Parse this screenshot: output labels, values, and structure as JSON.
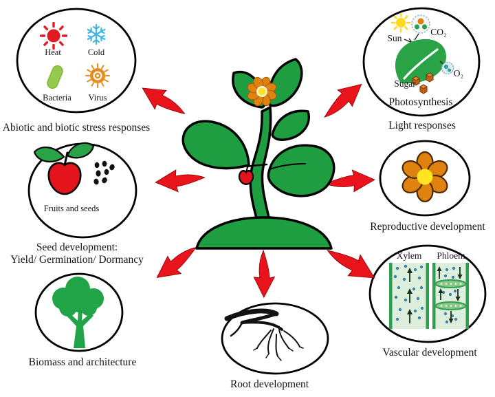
{
  "figure": {
    "type": "plant-biology-overview-diagram",
    "center_subject": "flowering plant"
  },
  "colors": {
    "arrow_red": "#e8131b",
    "plant_green": "#1f9e41",
    "leaf_green": "#2aa347",
    "flower_orange": "#e0820f",
    "flower_center_yellow": "#ffe224",
    "apple_red": "#e3141c",
    "heat_red": "#e11b22",
    "cold_blue": "#3db5e6",
    "bacteria_green": "#96ca4f",
    "virus_orange": "#e8891b",
    "sun_yellow": "#ffd91f",
    "sugar_brown": "#c2601a",
    "vascular_wall_green": "#2e9e4f",
    "vascular_fill_green": "#ddeedd",
    "molecule_dot_blue": "#3a84aa",
    "outline": "#000000",
    "background": "#ffffff"
  },
  "nodes": {
    "stress": {
      "label": "Abiotic and biotic stress responses",
      "items": {
        "heat": "Heat",
        "cold": "Cold",
        "bacteria": "Bacteria",
        "virus": "Virus"
      },
      "icons": [
        "heat-sun-icon",
        "snowflake-icon",
        "bacterium-icon",
        "virus-icon"
      ]
    },
    "light": {
      "label": "Light responses",
      "process": "Photosynthesis",
      "annotations": {
        "sun": "Sun",
        "co2": "CO₂",
        "o2": "O₂",
        "sugar": "Sugar"
      },
      "icons": [
        "sun-icon",
        "co2-molecule-icon",
        "leaf-icon",
        "o2-molecule-icon",
        "sugar-cubes-icon"
      ]
    },
    "seed": {
      "caption": "Fruits and seeds",
      "label_line1": "Seed development:",
      "label_line2": "Yield/ Germination/ Dormancy",
      "icons": [
        "apple-icon",
        "seeds-icon"
      ]
    },
    "repro": {
      "label": "Reproductive development",
      "icons": [
        "flower-icon"
      ]
    },
    "biomass": {
      "label": "Biomass and architecture",
      "icons": [
        "tree-icon"
      ]
    },
    "root": {
      "label": "Root development",
      "icons": [
        "root-icon"
      ]
    },
    "vascular": {
      "label": "Vascular development",
      "columns": {
        "xylem": "Xylem",
        "phloem": "Phloem"
      },
      "icons": [
        "xylem-column-icon",
        "phloem-column-icon"
      ]
    }
  }
}
